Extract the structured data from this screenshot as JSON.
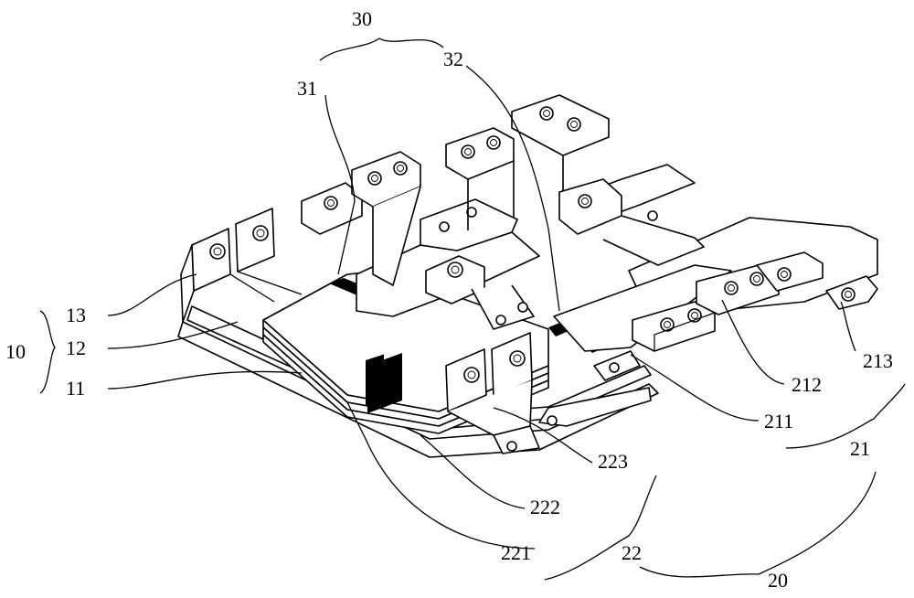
{
  "labels": {
    "l10": "10",
    "l11": "11",
    "l12": "12",
    "l13": "13",
    "l20": "20",
    "l21": "21",
    "l211": "211",
    "l212": "212",
    "l213": "213",
    "l22": "22",
    "l221": "221",
    "l222": "222",
    "l223": "223",
    "l30": "30",
    "l31": "31",
    "l32": "32"
  }
}
